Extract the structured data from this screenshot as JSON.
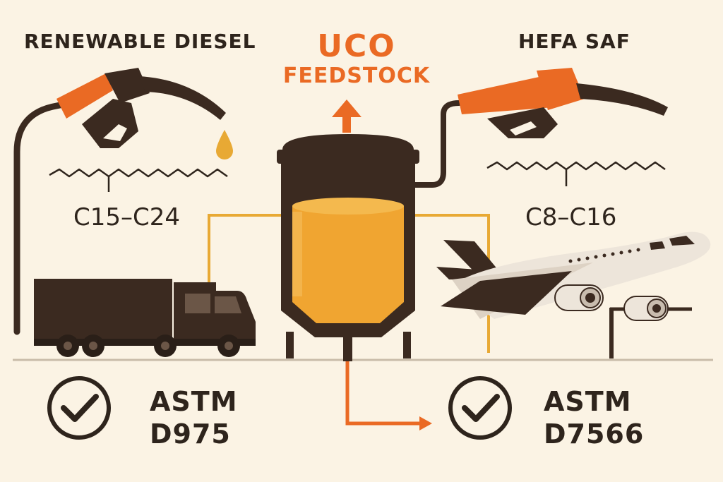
{
  "left": {
    "title": "RENEWABLE DIESEL",
    "formula": "C15–C24",
    "standard_line1": "ASTM",
    "standard_line2": "D975"
  },
  "center": {
    "title": "UCO",
    "subtitle": "FEEDSTOCK"
  },
  "right": {
    "title": "HEFA SAF",
    "formula": "C8–C16",
    "standard_line1": "ASTM",
    "standard_line2": "D7566"
  },
  "colors": {
    "background": "#fbf3e4",
    "dark": "#2e241c",
    "accent_orange": "#ea6a24",
    "liquid_amber": "#f0a531",
    "line_gold": "#e8a934",
    "plane_body": "#ede5da"
  },
  "icons": [
    "fuel-nozzle-icon",
    "oil-drop-icon",
    "truck-icon",
    "reactor-tank-icon",
    "airplane-icon",
    "check-circle-icon",
    "up-arrow-icon",
    "right-arrow-icon"
  ]
}
